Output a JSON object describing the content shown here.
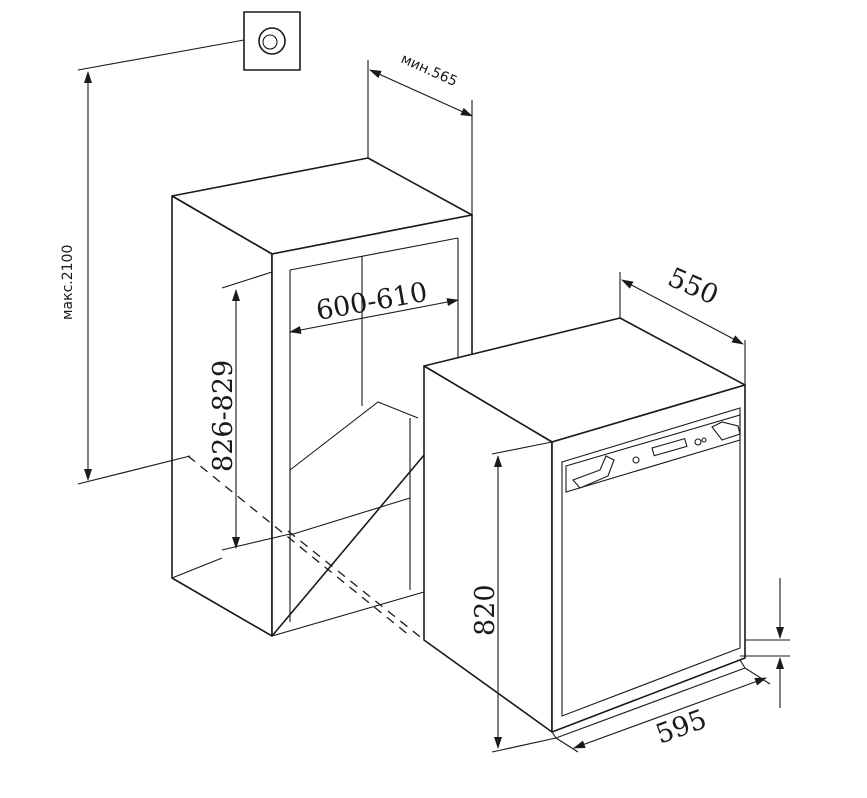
{
  "dimensions": {
    "max_height": "макс.2100",
    "min_depth": "мин.565",
    "niche_width": "600-610",
    "niche_height": "826-829",
    "unit_depth": "550",
    "unit_height": "820",
    "unit_width": "595"
  },
  "icons": {
    "socket": "power-socket-icon"
  }
}
